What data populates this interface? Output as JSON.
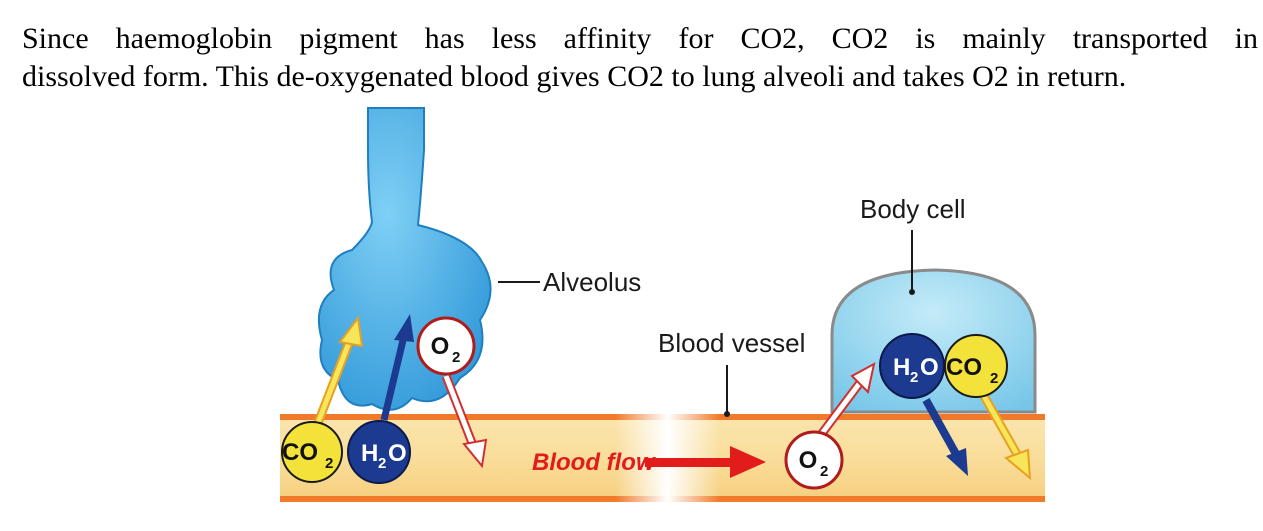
{
  "text": {
    "line1": "Since haemoglobin pigment has less affinity for CO2, CO2 is mainly transported in",
    "line2": "dissolved form. This de-oxygenated blood gives CO2 to lung alveoli and takes O2 in return."
  },
  "labels": {
    "alveolus": "Alveolus",
    "body_cell": "Body cell",
    "blood_vessel": "Blood vessel",
    "blood_flow": "Blood flow"
  },
  "molecules": {
    "co2": {
      "main": "CO",
      "sub": "2"
    },
    "h2o": {
      "pre": "H",
      "sub": "2",
      "post": "O"
    },
    "o2": {
      "main": "O",
      "sub": "2"
    }
  },
  "colors": {
    "alveolus_blue": "#3aa9e6",
    "cell_blue": "#8fd3ee",
    "vessel_fill": "#f9dd9a",
    "vessel_edge": "#f07a2a",
    "co2_yellow": "#f3e23a",
    "h2o_navy": "#1c3a8f",
    "arrow_red": "#e21b1b",
    "o2_white": "#ffffff"
  }
}
